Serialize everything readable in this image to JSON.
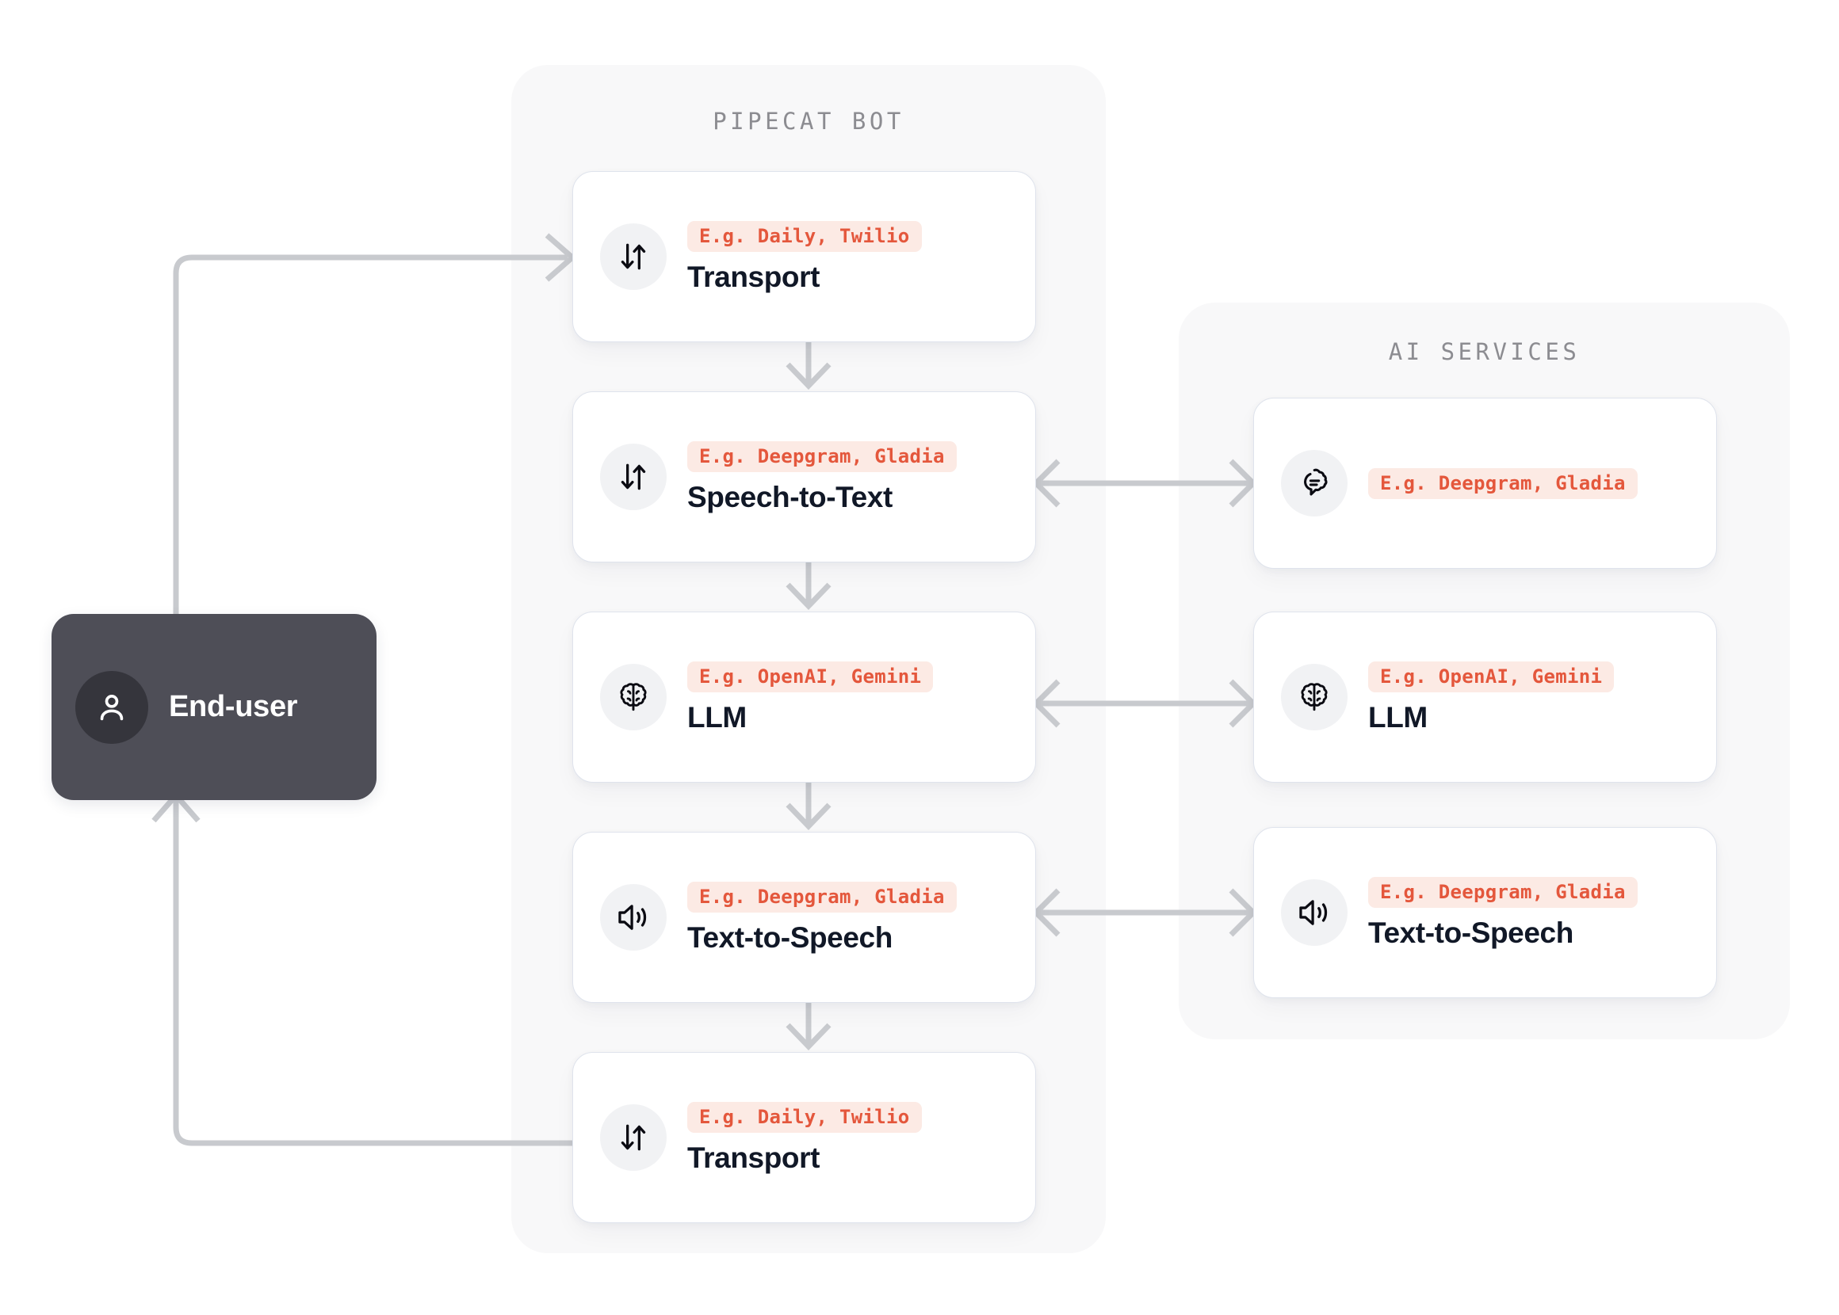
{
  "groups": {
    "pipecat": {
      "title": "PIPECAT BOT"
    },
    "ai_services": {
      "title": "AI SERVICES"
    }
  },
  "end_user": {
    "label": "End-user",
    "icon": "person-icon"
  },
  "pipeline": [
    {
      "icon": "transfer-icon",
      "badge": "E.g. Daily, Twilio",
      "title": "Transport"
    },
    {
      "icon": "transfer-icon",
      "badge": "E.g. Deepgram, Gladia",
      "title": "Speech-to-Text"
    },
    {
      "icon": "brain-icon",
      "badge": "E.g. OpenAI, Gemini",
      "title": "LLM"
    },
    {
      "icon": "speaker-icon",
      "badge": "E.g. Deepgram, Gladia",
      "title": "Text-to-Speech"
    },
    {
      "icon": "transfer-icon",
      "badge": "E.g. Daily, Twilio",
      "title": "Transport"
    }
  ],
  "services": [
    {
      "icon": "speech-bubble-icon",
      "badge": "E.g. Deepgram, Gladia",
      "title": ""
    },
    {
      "icon": "brain-icon",
      "badge": "E.g. OpenAI, Gemini",
      "title": "LLM"
    },
    {
      "icon": "speaker-icon",
      "badge": "E.g. Deepgram, Gladia",
      "title": "Text-to-Speech"
    }
  ],
  "colors": {
    "badge_bg": "#FCEAE4",
    "badge_text": "#E4573C",
    "panel_bg": "#F8F8F9",
    "card_border": "#DFE3EC",
    "node_dark": "#4E4E57",
    "connector": "#C8CACE",
    "title_text": "#111827",
    "group_title": "#8C8C91"
  }
}
